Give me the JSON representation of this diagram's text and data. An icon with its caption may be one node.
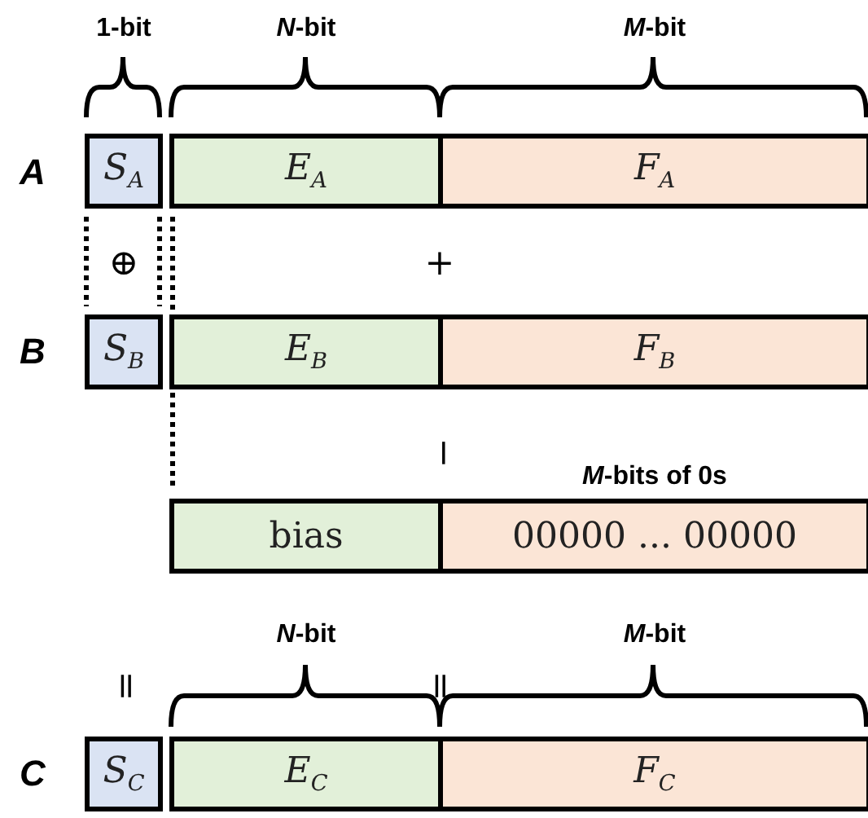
{
  "diagram": {
    "nodes": [
      {
        "text": [
          "S$_{A}$"
        ]
      },
      {
        "text": [
          "E$_{A}$"
        ]
      },
      {
        "text": [
          "F$_{A}$"
        ]
      },
      {
        "text": [
          "S$_{B}$"
        ]
      },
      {
        "text": [
          "E$_{B}$"
        ]
      },
      {
        "text": [
          "F$_{B}$"
        ]
      },
      {
        "text": [
          "bias"
        ]
      },
      {
        "text": [
          "00000 ... 00000"
        ]
      },
      {
        "text": [
          "S$_{C}$"
        ]
      },
      {
        "text": [
          "E$_{C}$"
        ]
      },
      {
        "text": [
          "F$_{C}$"
        ]
      }
    ],
    "edges": [],
    "labels": [
      "1-bit",
      "*N*-bit",
      "*M*-bit",
      "A",
      "⊕",
      "+",
      "B",
      "−",
      "*M*-bits of 0s",
      "*N*-bit",
      "*M*-bit",
      "=",
      "=",
      "C"
    ]
  }
}
